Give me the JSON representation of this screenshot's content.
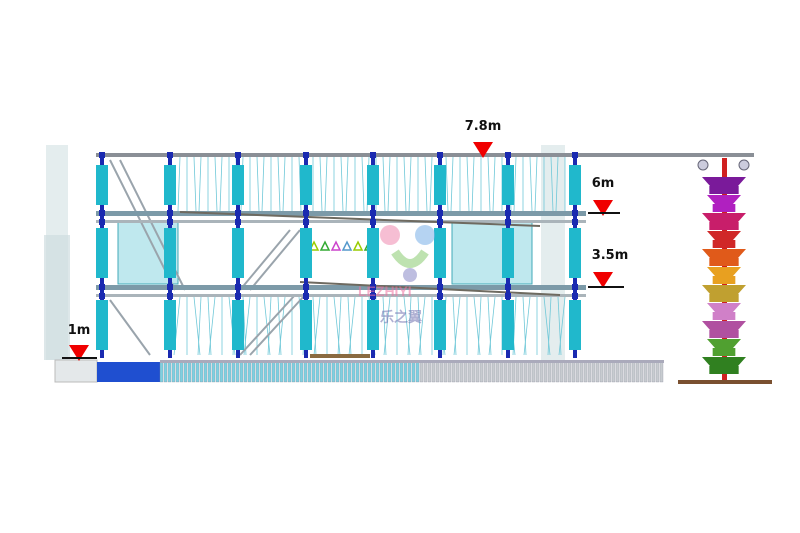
{
  "diagram": {
    "title": "Ropes course structure elevation",
    "height_markers": [
      {
        "label": "7.8m",
        "value_m": 7.8
      },
      {
        "label": "6m",
        "value_m": 6
      },
      {
        "label": "3.5m",
        "value_m": 3.5
      },
      {
        "label": "1m",
        "value_m": 1
      }
    ],
    "levels": 3,
    "columns": 8,
    "tower_blocks": 11,
    "watermark": {
      "text_cn": "乐之翼",
      "text_en": "LEZHIYI"
    },
    "colors": {
      "column": "#20b8cc",
      "column_joint": "#1a2ab0",
      "marker": "#f00000",
      "beam": "#8a8f96",
      "tower": [
        "#7a1a9a",
        "#b020c0",
        "#c81e6a",
        "#d02828",
        "#e05a1a",
        "#e8a020",
        "#c0a030",
        "#d080c8",
        "#b050a0",
        "#50a030",
        "#308020"
      ]
    }
  }
}
